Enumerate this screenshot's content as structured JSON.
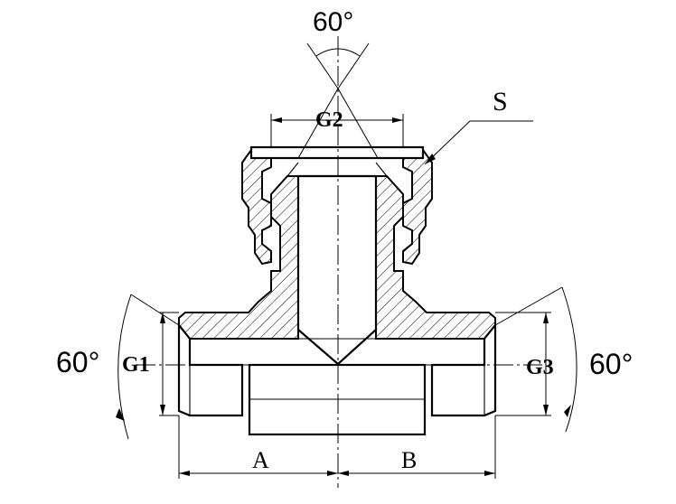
{
  "labels": {
    "top_angle": "60°",
    "left_angle": "60°",
    "right_angle": "60°",
    "g1": "G1",
    "g2": "G2",
    "g3": "G3",
    "s": "S",
    "a": "A",
    "b": "B"
  },
  "colors": {
    "line": "#000000",
    "background": "#ffffff"
  }
}
